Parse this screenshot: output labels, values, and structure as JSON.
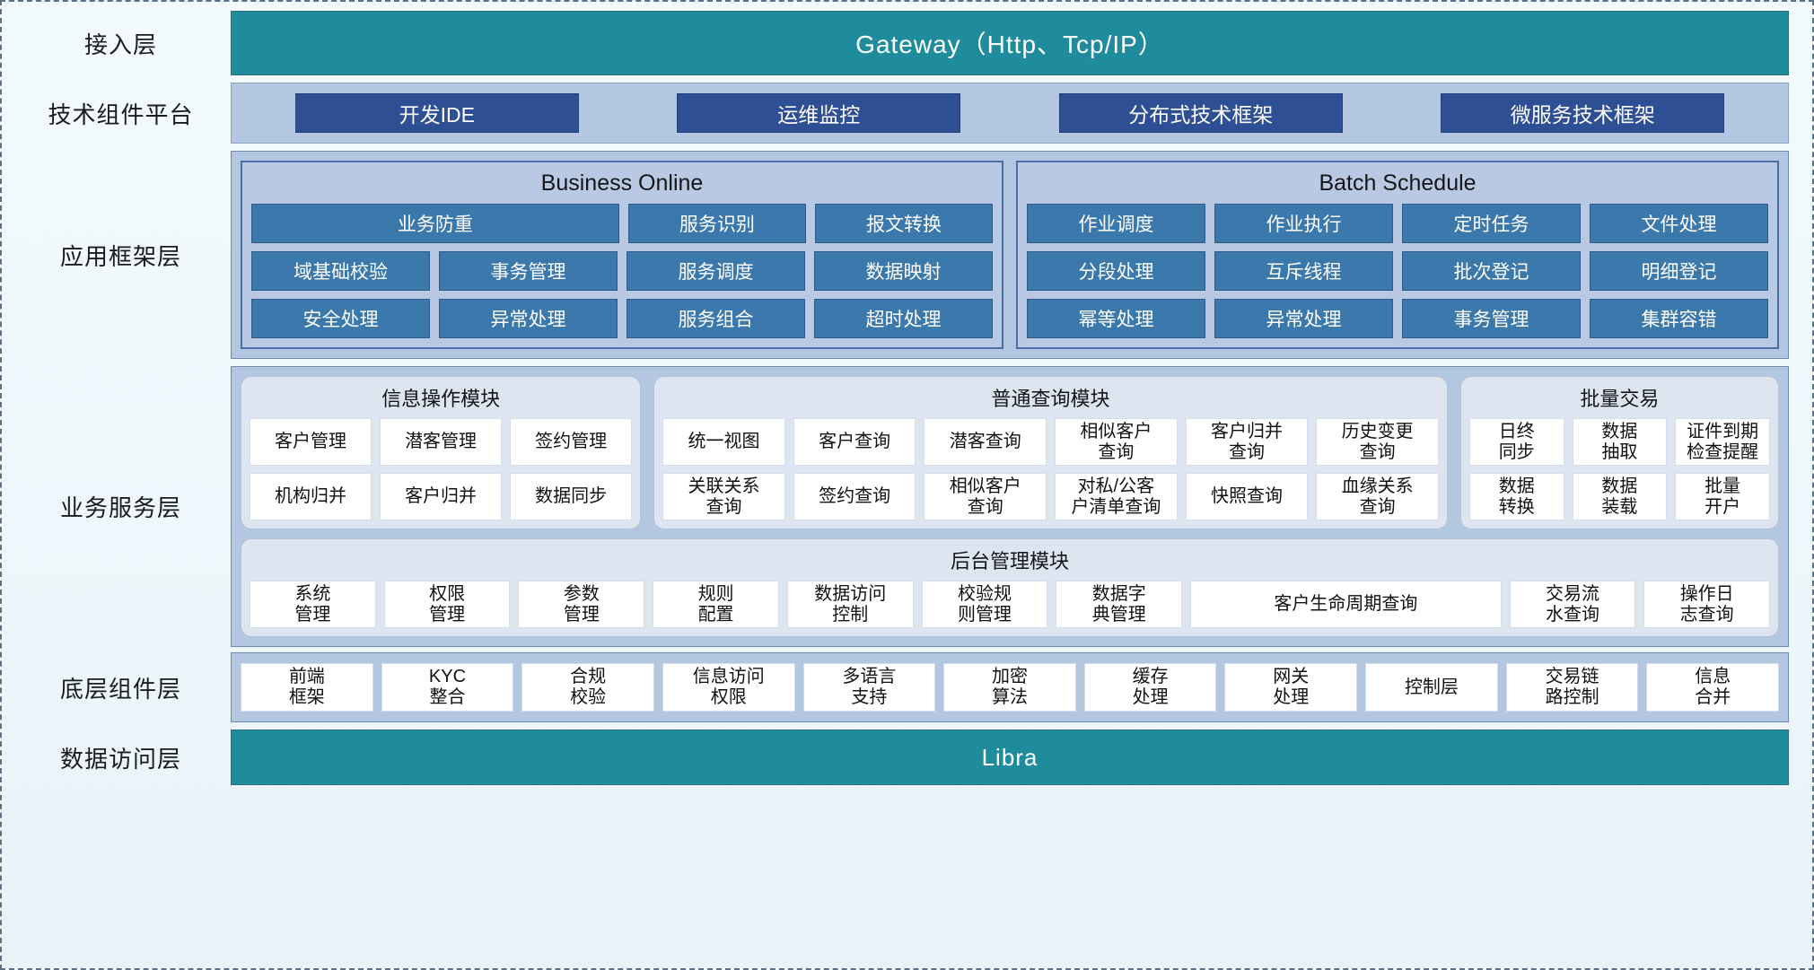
{
  "layers": [
    {
      "label": "接入层"
    },
    {
      "label": "技术组件平台"
    },
    {
      "label": "应用框架层"
    },
    {
      "label": "业务服务层"
    },
    {
      "label": "底层组件层"
    },
    {
      "label": "数据访问层"
    }
  ],
  "gateway": {
    "title": "Gateway（Http、Tcp/IP）"
  },
  "data_access": {
    "title": "Libra"
  },
  "tech_platform": {
    "chips": [
      {
        "label": "开发IDE"
      },
      {
        "label": "运维监控"
      },
      {
        "label": "分布式技术框架"
      },
      {
        "label": "微服务技术框架"
      }
    ]
  },
  "app_framework": {
    "groups": [
      {
        "title": "Business Online",
        "rows": [
          [
            {
              "label": "业务防重",
              "span": 2
            },
            {
              "label": "服务识别"
            },
            {
              "label": "报文转换"
            }
          ],
          [
            {
              "label": "域基础校验"
            },
            {
              "label": "事务管理"
            },
            {
              "label": "服务调度"
            },
            {
              "label": "数据映射"
            }
          ],
          [
            {
              "label": "安全处理"
            },
            {
              "label": "异常处理"
            },
            {
              "label": "服务组合"
            },
            {
              "label": "超时处理"
            }
          ]
        ]
      },
      {
        "title": "Batch Schedule",
        "rows": [
          [
            {
              "label": "作业调度"
            },
            {
              "label": "作业执行"
            },
            {
              "label": "定时任务"
            },
            {
              "label": "文件处理"
            }
          ],
          [
            {
              "label": "分段处理"
            },
            {
              "label": "互斥线程"
            },
            {
              "label": "批次登记"
            },
            {
              "label": "明细登记"
            }
          ],
          [
            {
              "label": "幂等处理"
            },
            {
              "label": "异常处理"
            },
            {
              "label": "事务管理"
            },
            {
              "label": "集群容错"
            }
          ]
        ]
      }
    ]
  },
  "business_service": {
    "groups": [
      {
        "title": "信息操作模块",
        "flex": 2.06,
        "rows": [
          [
            {
              "label": "客户管理"
            },
            {
              "label": "潜客管理"
            },
            {
              "label": "签约管理"
            }
          ],
          [
            {
              "label": "机构归并"
            },
            {
              "label": "客户归并"
            },
            {
              "label": "数据同步"
            }
          ]
        ]
      },
      {
        "title": "普通查询模块",
        "flex": 4.18,
        "rows": [
          [
            {
              "label": "统一视图"
            },
            {
              "label": "客户查询"
            },
            {
              "label": "潜客查询"
            },
            {
              "label": "相似客户\n查询"
            },
            {
              "label": "客户归并\n查询"
            },
            {
              "label": "历史变更\n查询"
            }
          ],
          [
            {
              "label": "关联关系\n查询"
            },
            {
              "label": "签约查询"
            },
            {
              "label": "相似客户\n查询"
            },
            {
              "label": "对私/公客\n户清单查询"
            },
            {
              "label": "快照查询"
            },
            {
              "label": "血缘关系\n查询"
            }
          ]
        ]
      },
      {
        "title": "批量交易",
        "flex": 1.62,
        "rows": [
          [
            {
              "label": "日终\n同步"
            },
            {
              "label": "数据\n抽取"
            },
            {
              "label": "证件到期\n检查提醒"
            }
          ],
          [
            {
              "label": "数据\n转换"
            },
            {
              "label": "数据\n装载"
            },
            {
              "label": "批量\n开户"
            }
          ]
        ]
      }
    ],
    "backend": {
      "title": "后台管理模块",
      "cells": [
        {
          "label": "系统\n管理"
        },
        {
          "label": "权限\n管理"
        },
        {
          "label": "参数\n管理"
        },
        {
          "label": "规则\n配置"
        },
        {
          "label": "数据访问\n控制"
        },
        {
          "label": "校验规\n则管理"
        },
        {
          "label": "数据字\n典管理"
        },
        {
          "label": "客户生命周期查询",
          "wide": true
        },
        {
          "label": "交易流\n水查询"
        },
        {
          "label": "操作日\n志查询"
        }
      ]
    }
  },
  "bottom_component": {
    "cells": [
      {
        "label": "前端\n框架"
      },
      {
        "label": "KYC\n整合"
      },
      {
        "label": "合规\n校验"
      },
      {
        "label": "信息访问\n权限"
      },
      {
        "label": "多语言\n支持"
      },
      {
        "label": "加密\n算法"
      },
      {
        "label": "缓存\n处理"
      },
      {
        "label": "网关\n处理"
      },
      {
        "label": "控制层"
      },
      {
        "label": "交易链\n路控制"
      },
      {
        "label": "信息\n合并"
      }
    ]
  },
  "colors": {
    "accent_teal": "#1f8c9e",
    "panel_blue": "#b4c7e0",
    "chip_dark_blue": "#2e4f93",
    "cell_blue": "#3b78ab",
    "group_light": "#dde5f1"
  }
}
